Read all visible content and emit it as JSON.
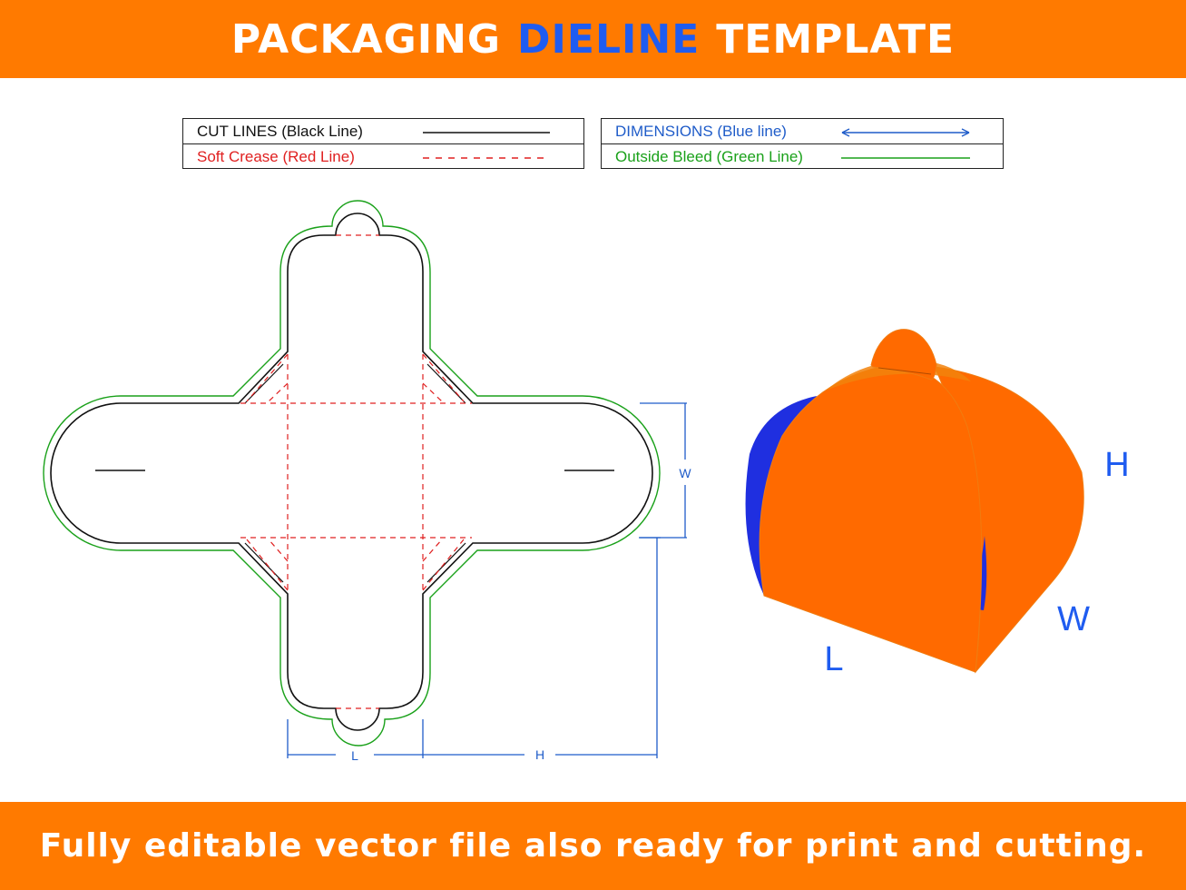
{
  "colors": {
    "orange": "#ff7a00",
    "box_orange": "#ff6a00",
    "box_shade": "#f2820c",
    "dimension_blue": "#1f5cc9",
    "highlight_blue": "#1f5cf0",
    "cut": "#111111",
    "crease": "#e02020",
    "bleed": "#1aa11a",
    "white": "#ffffff"
  },
  "header": {
    "word1": "PACKAGING",
    "word2": "DIELINE",
    "word3": "TEMPLATE"
  },
  "legend": {
    "cut_lines": "CUT LINES (Black Line)",
    "soft_crease": "Soft Crease (Red Line)",
    "dimensions": "DIMENSIONS (Blue line)",
    "outside_bleed": "Outside Bleed (Green Line)"
  },
  "dieline": {
    "label_w": "W",
    "label_l": "L",
    "label_h": "H"
  },
  "box_3d": {
    "label_h": "H",
    "label_w": "W",
    "label_l": "L"
  },
  "footer": {
    "text": "Fully editable vector file also ready for print and cutting."
  }
}
